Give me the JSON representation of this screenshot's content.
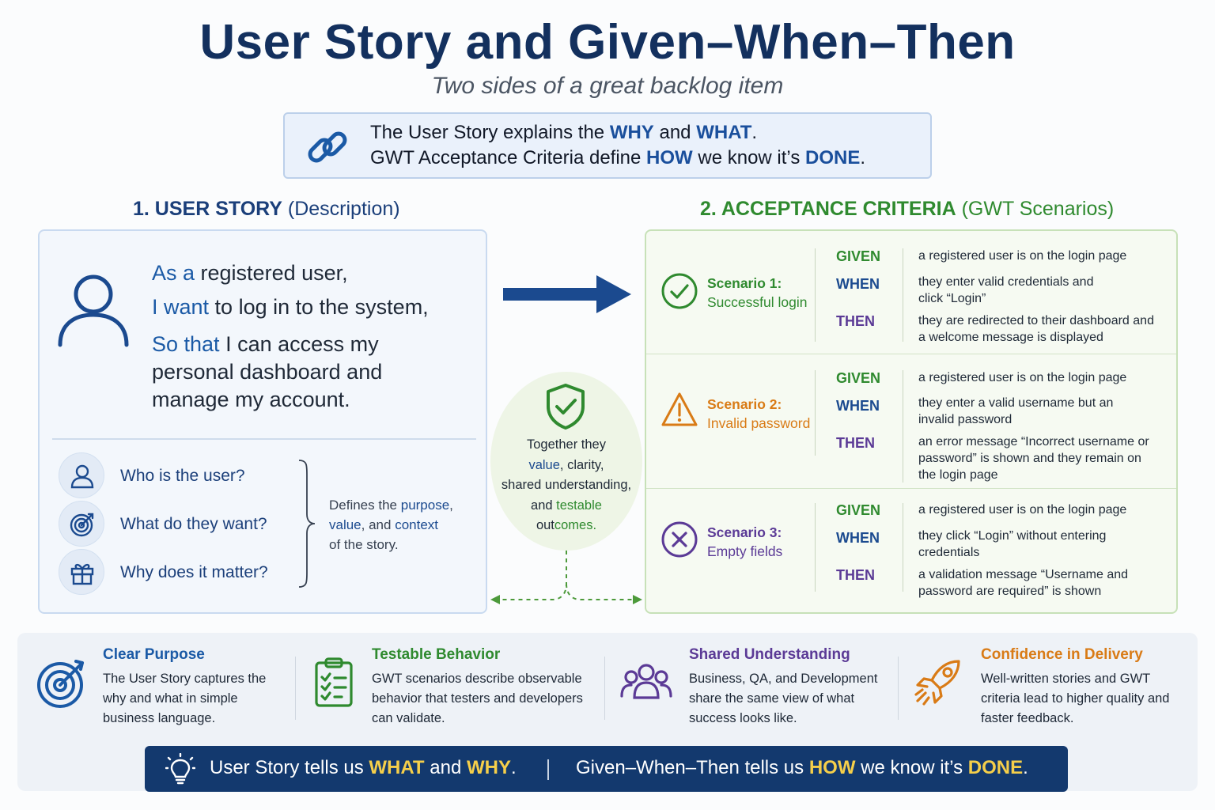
{
  "header": {
    "title": "User Story and Given–When–Then",
    "subtitle": "Two sides of a great backlog item"
  },
  "intro": {
    "line1": {
      "pre": "The User Story explains the ",
      "why": "WHY",
      "mid": " and ",
      "what": "WHAT",
      "post": "."
    },
    "line2": {
      "pre": "GWT Acceptance Criteria define ",
      "how": "HOW",
      "mid": " we know it’s ",
      "done": "DONE",
      "post": "."
    }
  },
  "user_story": {
    "heading_bold": "1. USER STORY",
    "heading_light": " (Description)",
    "as_a_kw": "As a",
    "as_a_text": " registered user,",
    "i_want_kw": "I want",
    "i_want_text": " to log in to the system,",
    "so_that_kw": "So that",
    "so_that_text": " I can access my",
    "line4": "personal dashboard and",
    "line5": "manage my account.",
    "questions": [
      "Who is the user?",
      "What do they want?",
      "Why does it matter?"
    ],
    "defines": {
      "pre": "Defines the ",
      "purpose": "purpose",
      "comma": ",",
      "value": "value",
      "and": ", and ",
      "context": "context",
      "post": "of the story."
    }
  },
  "together": {
    "l1": "Together they",
    "value": "value",
    "l2b": ", clarity,",
    "l3": "shared understanding,",
    "l4a": "and ",
    "testable": "testable",
    "l5a": "out",
    "l5b": "comes."
  },
  "acceptance": {
    "heading_bold": "2. ACCEPTANCE CRITERIA",
    "heading_light": " (GWT Scenarios)",
    "keywords": {
      "given": "GIVEN",
      "when": "WHEN",
      "then": "THEN"
    },
    "scenarios": [
      {
        "name": "Scenario 1:",
        "desc": "Successful login",
        "status": "success",
        "color": "#2f8a2f",
        "given": "a registered user is on the login page",
        "when": "they enter valid credentials and click “Login”",
        "then": "they are redirected to their dashboard and a welcome message is displayed"
      },
      {
        "name": "Scenario 2:",
        "desc": "Invalid password",
        "status": "warning",
        "color": "#d97b16",
        "given": "a registered user is on the login page",
        "when": "they enter a valid username but an invalid password",
        "then": "an error message “Incorrect username or password” is shown and they remain on the login page"
      },
      {
        "name": "Scenario 3:",
        "desc": "Empty fields",
        "status": "error",
        "color": "#5b3a96",
        "given": "a registered user is on the login page",
        "when": "they click “Login” without entering credentials",
        "then": "a validation message “Username and password are required” is shown"
      }
    ]
  },
  "benefits": [
    {
      "title": "Clear Purpose",
      "color": "#1b5aa6",
      "icon": "target-icon",
      "text": "The User Story captures the why and what in simple business language."
    },
    {
      "title": "Testable Behavior",
      "color": "#2f8a2f",
      "icon": "checklist-icon",
      "text": "GWT scenarios describe observable behavior that testers and developers can validate."
    },
    {
      "title": "Shared Understanding",
      "color": "#5b3a96",
      "icon": "people-icon",
      "text": "Business, QA, and Development share the same view of what success looks like."
    },
    {
      "title": "Confidence in Delivery",
      "color": "#d97b16",
      "icon": "rocket-icon",
      "text": "Well-written stories and GWT criteria lead to higher quality and faster feedback."
    }
  ],
  "banner": {
    "left_pre": "User Story tells us ",
    "what": "WHAT",
    "and": " and ",
    "why": "WHY",
    "left_post": ".",
    "right_pre": "Given–When–Then tells us ",
    "how": "HOW",
    "right_mid": " we know it’s ",
    "done": "DONE",
    "right_post": "."
  },
  "colors": {
    "navy": "#13305e",
    "blue": "#1b5aa6",
    "green": "#2f8a2f",
    "purple": "#5b3a96",
    "orange": "#d97b16",
    "yellow": "#f5cf4a"
  }
}
